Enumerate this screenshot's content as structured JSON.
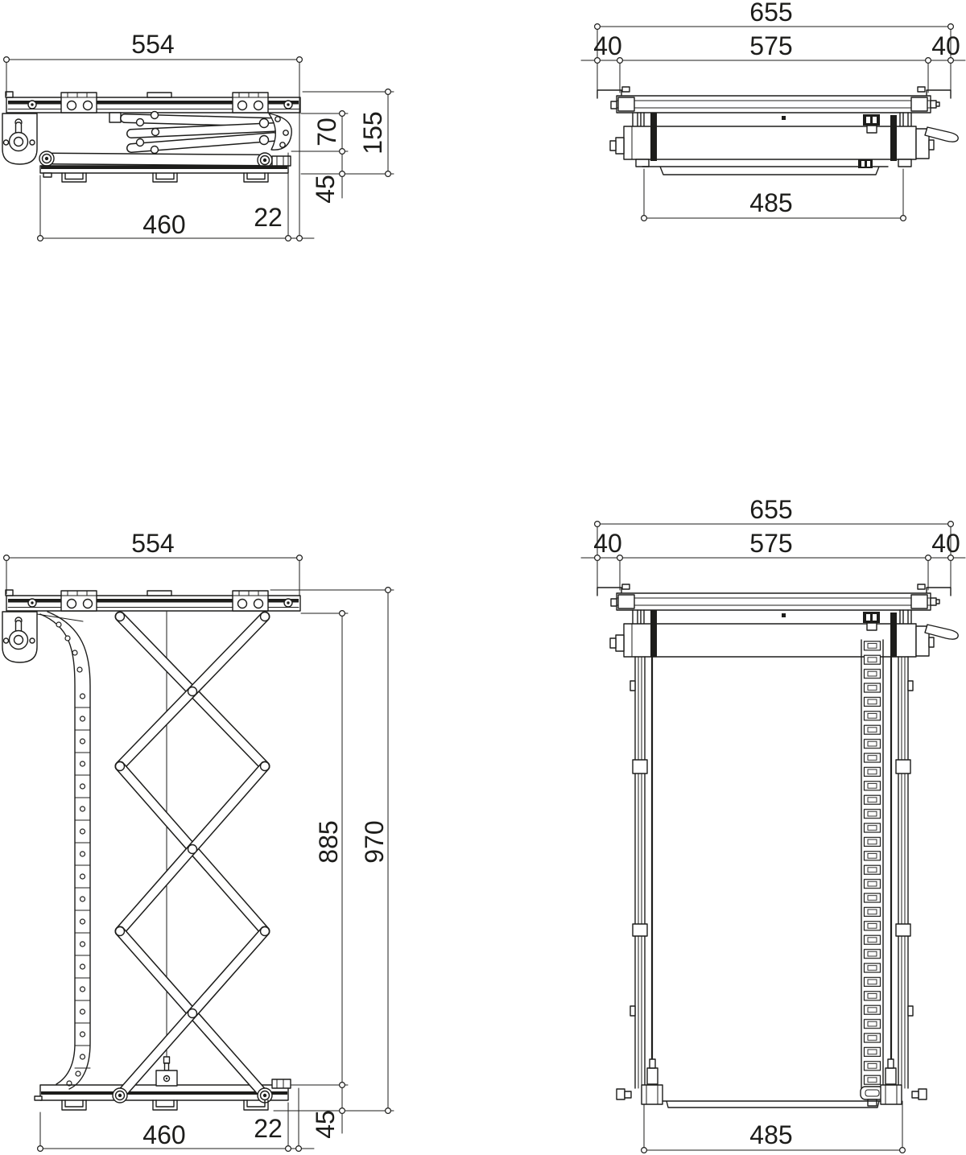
{
  "palette": {
    "line": "#1d1d1b",
    "background": "#ffffff"
  },
  "views": {
    "front_closed": {
      "dims": {
        "overall_width": "554",
        "arm_stack_height": "70",
        "closed_height": "155",
        "tray_height": "45",
        "tray_width": "460",
        "side_offset": "22"
      }
    },
    "side_closed": {
      "dims": {
        "overall_depth": "655",
        "left_offset": "40",
        "rail_span": "575",
        "right_offset": "40",
        "platform_depth": "485"
      }
    },
    "front_open": {
      "dims": {
        "overall_width": "554",
        "extension": "885",
        "total_drop": "970",
        "tray_height": "45",
        "tray_width": "460",
        "side_offset": "22"
      }
    },
    "side_open": {
      "dims": {
        "overall_depth": "655",
        "left_offset": "40",
        "rail_span": "575",
        "right_offset": "40",
        "platform_depth": "485"
      }
    }
  }
}
